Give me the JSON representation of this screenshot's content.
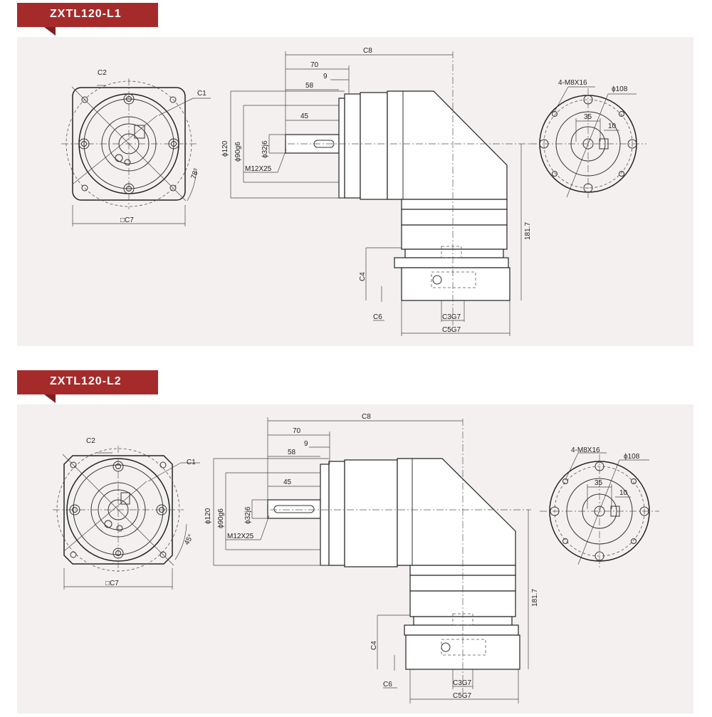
{
  "sections": [
    {
      "title": "ZXTL120-L1",
      "front": {
        "c2": "C2",
        "c1": "C1",
        "angle": "78°",
        "square": "□C7"
      },
      "side": {
        "c8": "C8",
        "d70": "70",
        "d9": "9",
        "d58": "58",
        "d45": "45",
        "dia120": "ϕ120",
        "dia90": "ϕ90g6",
        "dia32": "ϕ32j6",
        "thread": "M12X25",
        "h181": "181.7",
        "c4": "C4",
        "c6": "C6",
        "c3": "C3G7",
        "c5": "C5G7"
      },
      "rear": {
        "holes": "4-M8X16",
        "dia108": "ϕ108",
        "d35": "35",
        "d10": "10"
      }
    },
    {
      "title": "ZXTL120-L2",
      "front": {
        "c2": "C2",
        "c1": "C1",
        "angle": "45°",
        "square": "□C7"
      },
      "side": {
        "c8": "C8",
        "d70": "70",
        "d9": "9",
        "d58": "58",
        "d45": "45",
        "dia120": "ϕ120",
        "dia90": "ϕ90g6",
        "dia32": "ϕ32j6",
        "thread": "M12X25",
        "h181": "181.7",
        "c4": "C4",
        "c6": "C6",
        "c3": "C3G7",
        "c5": "C5G7"
      },
      "rear": {
        "holes": "4-M8X16",
        "dia108": "ϕ108",
        "d35": "35",
        "d10": "10"
      }
    }
  ]
}
